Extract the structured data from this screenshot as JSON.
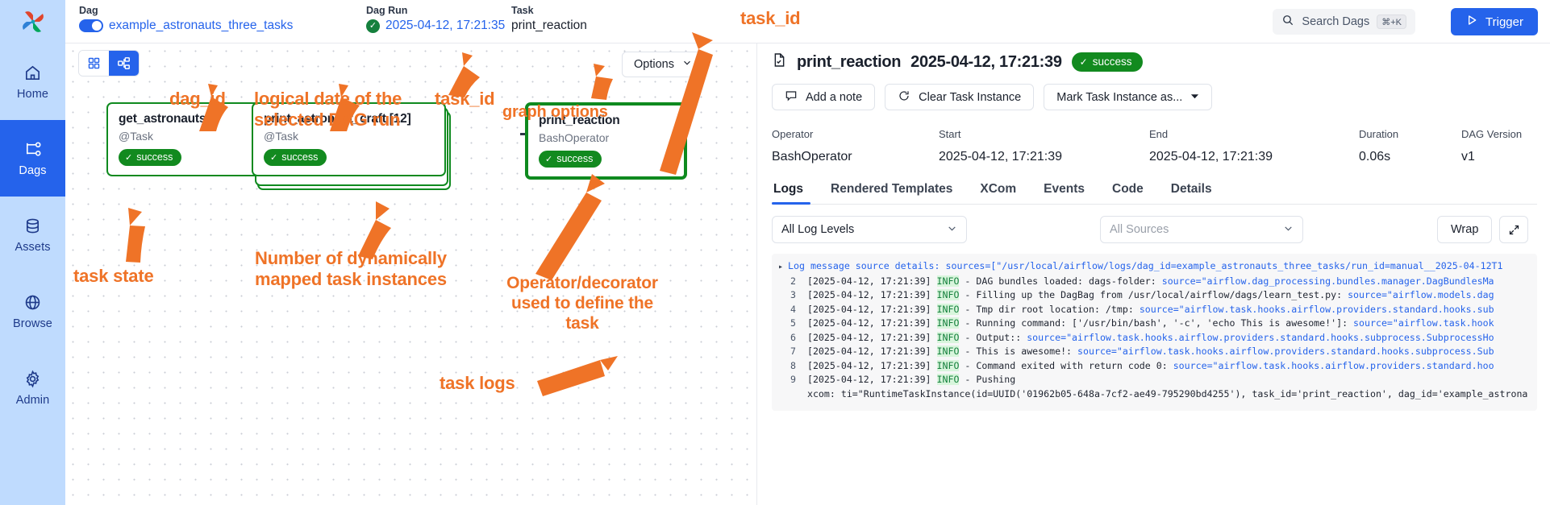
{
  "sidebar": {
    "logo_name": "airflow-pinwheel-logo",
    "items": [
      {
        "label": "Home",
        "icon": "home-icon",
        "active": false
      },
      {
        "label": "Dags",
        "icon": "dag-graph-icon",
        "active": true
      },
      {
        "label": "Assets",
        "icon": "database-icon",
        "active": false
      },
      {
        "label": "Browse",
        "icon": "globe-icon",
        "active": false
      },
      {
        "label": "Admin",
        "icon": "gear-icon",
        "active": false
      }
    ]
  },
  "topbar": {
    "breadcrumbs": [
      {
        "label": "Dag",
        "value": "example_astronauts_three_tasks",
        "kind": "link",
        "toggle": true
      },
      {
        "label": "Dag Run",
        "value": "2025-04-12, 17:21:35",
        "kind": "link",
        "status": "success"
      },
      {
        "label": "Task",
        "value": "print_reaction",
        "kind": "plain"
      }
    ],
    "search": {
      "label": "Search Dags",
      "shortcut": "⌘+K",
      "icon": "search-icon"
    },
    "trigger": {
      "label": "Trigger",
      "icon": "play-icon"
    }
  },
  "graph": {
    "view_toggle": [
      {
        "name": "grid-view",
        "icon": "grid-icon",
        "active": false
      },
      {
        "name": "graph-view",
        "icon": "graph-icon",
        "active": true
      }
    ],
    "options_label": "Options",
    "nodes": [
      {
        "title": "get_astronauts",
        "subtitle": "@Task",
        "state": "success",
        "mapped": false,
        "selected": false
      },
      {
        "title": "print_astronaut_craft [12]",
        "subtitle": "@Task",
        "state": "success",
        "mapped": true,
        "selected": false
      },
      {
        "title": "print_reaction",
        "subtitle": "BashOperator",
        "state": "success",
        "mapped": false,
        "selected": true
      }
    ]
  },
  "detail": {
    "icon": "task-instance-icon",
    "task_id": "print_reaction",
    "run_time": "2025-04-12, 17:21:39",
    "state": "success",
    "actions": [
      {
        "label": "Add a note",
        "icon": "note-icon"
      },
      {
        "label": "Clear Task Instance",
        "icon": "refresh-icon"
      },
      {
        "label": "Mark Task Instance as...",
        "icon": "chevron-down-icon"
      }
    ],
    "meta": [
      {
        "key": "Operator",
        "value": "BashOperator"
      },
      {
        "key": "Start",
        "value": "2025-04-12, 17:21:39"
      },
      {
        "key": "End",
        "value": "2025-04-12, 17:21:39"
      },
      {
        "key": "Duration",
        "value": "0.06s"
      },
      {
        "key": "DAG Version",
        "value": "v1"
      }
    ],
    "tabs": [
      {
        "label": "Logs",
        "active": true
      },
      {
        "label": "Rendered Templates",
        "active": false
      },
      {
        "label": "XCom",
        "active": false
      },
      {
        "label": "Events",
        "active": false
      },
      {
        "label": "Code",
        "active": false
      },
      {
        "label": "Details",
        "active": false
      }
    ],
    "log_controls": {
      "level_value": "All Log Levels",
      "sources_placeholder": "All Sources",
      "wrap_label": "Wrap",
      "expand_icon": "expand-icon"
    },
    "logs": [
      {
        "n": "",
        "expander": "▸",
        "segments": [
          {
            "t": "Log message source details: sources=[\"/usr/local/airflow/logs/dag_id=example_astronauts_three_tasks/run_id=manual__2025-04-12T1",
            "c": "blue"
          }
        ]
      },
      {
        "n": "2",
        "segments": [
          {
            "t": "[2025-04-12, 17:21:39] ",
            "c": "plain"
          },
          {
            "t": "INFO",
            "c": "info"
          },
          {
            "t": " - DAG bundles loaded: dags-folder: ",
            "c": "plain"
          },
          {
            "t": "source=\"airflow.dag_processing.bundles.manager.DagBundlesMa",
            "c": "blue"
          }
        ]
      },
      {
        "n": "3",
        "segments": [
          {
            "t": "[2025-04-12, 17:21:39] ",
            "c": "plain"
          },
          {
            "t": "INFO",
            "c": "info"
          },
          {
            "t": " - Filling up the DagBag from /usr/local/airflow/dags/learn_test.py: ",
            "c": "plain"
          },
          {
            "t": "source=\"airflow.models.dag",
            "c": "blue"
          }
        ]
      },
      {
        "n": "4",
        "segments": [
          {
            "t": "[2025-04-12, 17:21:39] ",
            "c": "plain"
          },
          {
            "t": "INFO",
            "c": "info"
          },
          {
            "t": " - Tmp dir root location: /tmp: ",
            "c": "plain"
          },
          {
            "t": "source=\"airflow.task.hooks.airflow.providers.standard.hooks.sub",
            "c": "blue"
          }
        ]
      },
      {
        "n": "5",
        "segments": [
          {
            "t": "[2025-04-12, 17:21:39] ",
            "c": "plain"
          },
          {
            "t": "INFO",
            "c": "info"
          },
          {
            "t": " - Running command: ['/usr/bin/bash', '-c', 'echo This is awesome!']: ",
            "c": "plain"
          },
          {
            "t": "source=\"airflow.task.hook",
            "c": "blue"
          }
        ]
      },
      {
        "n": "6",
        "segments": [
          {
            "t": "[2025-04-12, 17:21:39] ",
            "c": "plain"
          },
          {
            "t": "INFO",
            "c": "info"
          },
          {
            "t": " - Output:: ",
            "c": "plain"
          },
          {
            "t": "source=\"airflow.task.hooks.airflow.providers.standard.hooks.subprocess.SubprocessHo",
            "c": "blue"
          }
        ]
      },
      {
        "n": "7",
        "segments": [
          {
            "t": "[2025-04-12, 17:21:39] ",
            "c": "plain"
          },
          {
            "t": "INFO",
            "c": "info"
          },
          {
            "t": " - This is awesome!: ",
            "c": "plain"
          },
          {
            "t": "source=\"airflow.task.hooks.airflow.providers.standard.hooks.subprocess.Sub",
            "c": "blue"
          }
        ]
      },
      {
        "n": "8",
        "segments": [
          {
            "t": "[2025-04-12, 17:21:39] ",
            "c": "plain"
          },
          {
            "t": "INFO",
            "c": "info"
          },
          {
            "t": " - Command exited with return code 0: ",
            "c": "plain"
          },
          {
            "t": "source=\"airflow.task.hooks.airflow.providers.standard.hoo",
            "c": "blue"
          }
        ]
      },
      {
        "n": "9",
        "segments": [
          {
            "t": "[2025-04-12, 17:21:39] ",
            "c": "plain"
          },
          {
            "t": "INFO",
            "c": "info"
          },
          {
            "t": " - Pushing",
            "c": "plain"
          }
        ]
      },
      {
        "n": "",
        "segments": [
          {
            "t": "xcom: ti=\"RuntimeTaskInstance(id=UUID('01962b05-648a-7cf2-ae49-795290bd4255'), task_id='print_reaction', dag_id='example_astrona",
            "c": "plain"
          }
        ]
      }
    ]
  },
  "annotations": [
    {
      "id": "dag-id",
      "text": "dag_id"
    },
    {
      "id": "logical-date",
      "text": "logical date of the\nselected DAG run"
    },
    {
      "id": "task-id-left",
      "text": "task_id"
    },
    {
      "id": "graph-options",
      "text": "graph options"
    },
    {
      "id": "task-id-right",
      "text": "task_id"
    },
    {
      "id": "task-state",
      "text": "task state"
    },
    {
      "id": "mapped-count",
      "text": "Number of dynamically\nmapped task instances"
    },
    {
      "id": "operator",
      "text": "Operator/decorator\nused to define the\ntask"
    },
    {
      "id": "task-logs",
      "text": "task logs"
    }
  ],
  "colors": {
    "accent_blue": "#2563eb",
    "sidebar_blue": "#bfdbfe",
    "success_green": "#128a1f",
    "annotation_orange": "#ef7327"
  }
}
